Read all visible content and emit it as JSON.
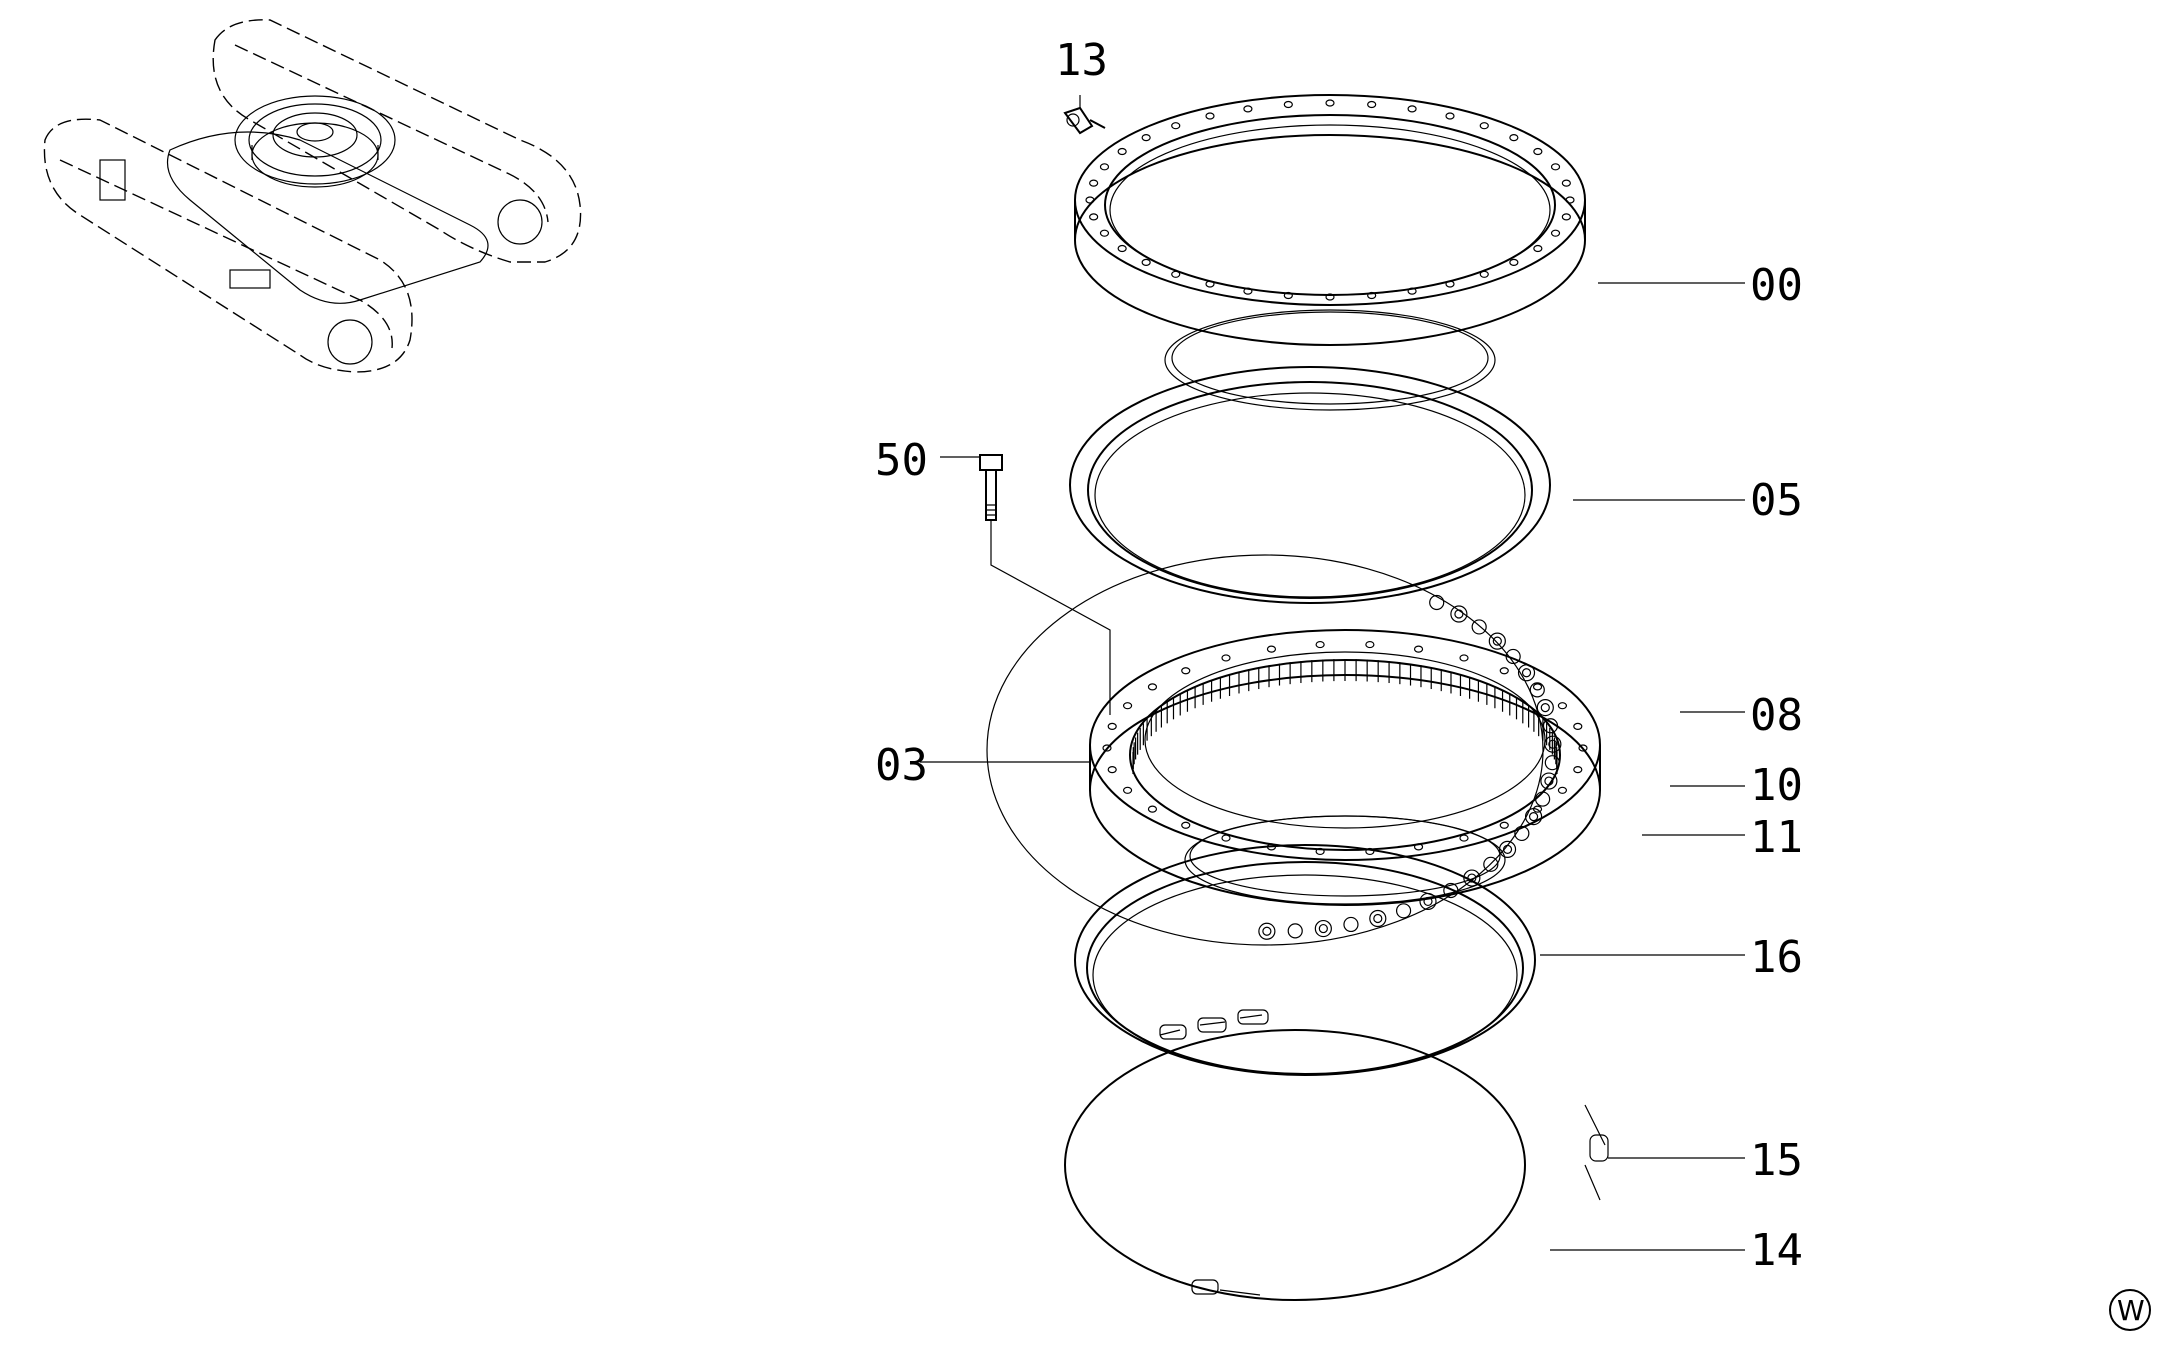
{
  "callouts": [
    {
      "id": "c13",
      "text": "13"
    },
    {
      "id": "c00",
      "text": "00"
    },
    {
      "id": "c50",
      "text": "50"
    },
    {
      "id": "c05",
      "text": "05"
    },
    {
      "id": "c08",
      "text": "08"
    },
    {
      "id": "c03",
      "text": "03"
    },
    {
      "id": "c10",
      "text": "10"
    },
    {
      "id": "c11",
      "text": "11"
    },
    {
      "id": "c16",
      "text": "16"
    },
    {
      "id": "c15",
      "text": "15"
    },
    {
      "id": "c14",
      "text": "14"
    }
  ],
  "corner_mark": "W"
}
